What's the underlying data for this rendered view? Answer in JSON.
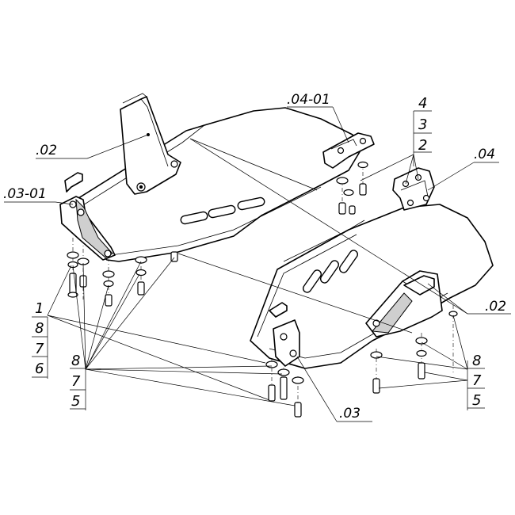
{
  "diagram": {
    "callouts": {
      "p02_left": ".02",
      "p0301": ".03-01",
      "p0401": ".04-01",
      "p04": ".04",
      "p02_right": ".02",
      "p03": ".03"
    },
    "item_numbers": {
      "top_stack": [
        "4",
        "3",
        "2"
      ],
      "left_stack": [
        "1",
        "8",
        "7",
        "6"
      ],
      "bottom_left_stack": [
        "8",
        "7",
        "5"
      ],
      "bottom_right_stack": [
        "8",
        "7",
        "5"
      ]
    }
  }
}
